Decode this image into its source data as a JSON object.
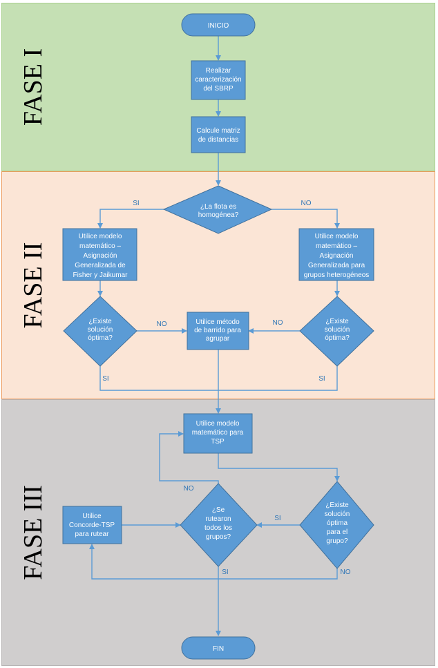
{
  "phases": [
    "FASE I",
    "FASE II",
    "FASE III"
  ],
  "nodes": {
    "inicio": [
      "INICIO"
    ],
    "caracterizacion": [
      "Realizar",
      "caracterización",
      "del SBRP"
    ],
    "matriz": [
      "Calcule matriz",
      "de distancias"
    ],
    "flota": [
      "¿La flota es",
      "homogénea?"
    ],
    "fisher": [
      "Utilice modelo",
      "matemático –",
      "Asignación",
      "Generalizada de",
      "Fisher y Jaikumar"
    ],
    "heterogeneos": [
      "Utilice modelo",
      "matemático –",
      "Asignación",
      "Generalizada para",
      "grupos heterogéneos"
    ],
    "existe_izq": [
      "¿Existe",
      "solución",
      "óptima?"
    ],
    "barrido": [
      "Utilice método",
      "de barrido para",
      "agrupar"
    ],
    "existe_der": [
      "¿Existe",
      "solución",
      "óptima?"
    ],
    "tsp": [
      "Utilice modelo",
      "matemático para",
      "TSP"
    ],
    "concorde": [
      "Utilice",
      "Concorde-TSP",
      "para rutear"
    ],
    "ruteados": [
      "¿Se",
      "rutearon",
      "todos los",
      "grupos?"
    ],
    "existe_grupo": [
      "¿Existe",
      "solución",
      "óptima",
      "para el",
      "grupo?"
    ],
    "fin": [
      "FIN"
    ]
  },
  "edge_labels": {
    "si_flota": "SI",
    "no_flota": "NO",
    "no_izq": "NO",
    "no_der": "NO",
    "si_izq": "SI",
    "si_der": "SI",
    "no_ruteados": "NO",
    "si_grupo": "SI",
    "si_ruteados": "SI",
    "no_grupo": "NO"
  }
}
